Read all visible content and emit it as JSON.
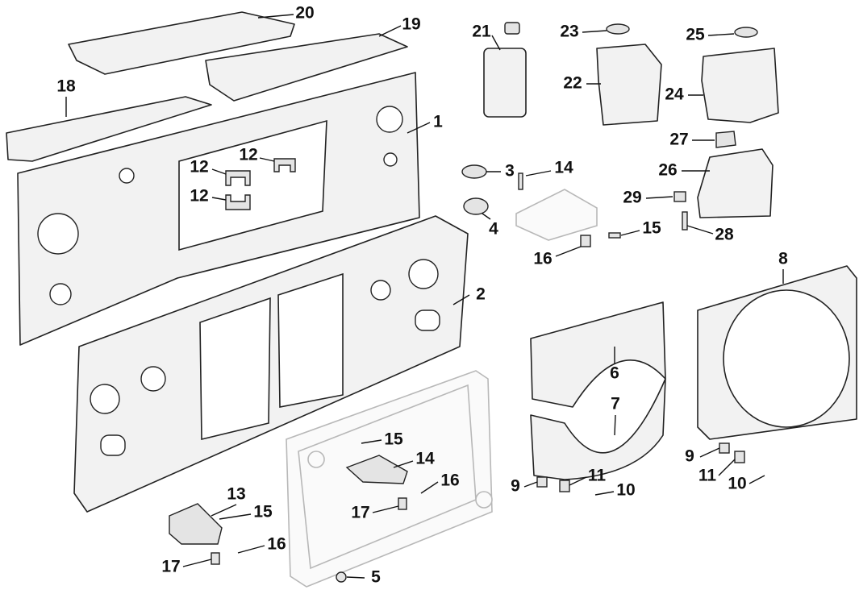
{
  "callouts": [
    "20",
    "19",
    "18",
    "1",
    "21",
    "23",
    "25",
    "22",
    "24",
    "27",
    "26",
    "3",
    "14",
    "29",
    "4",
    "15",
    "28",
    "16",
    "8",
    "2",
    "12",
    "12",
    "12",
    "6",
    "7",
    "15",
    "14",
    "16",
    "17",
    "13",
    "15",
    "16",
    "17",
    "5",
    "9",
    "11",
    "10",
    "9",
    "11",
    "10"
  ]
}
